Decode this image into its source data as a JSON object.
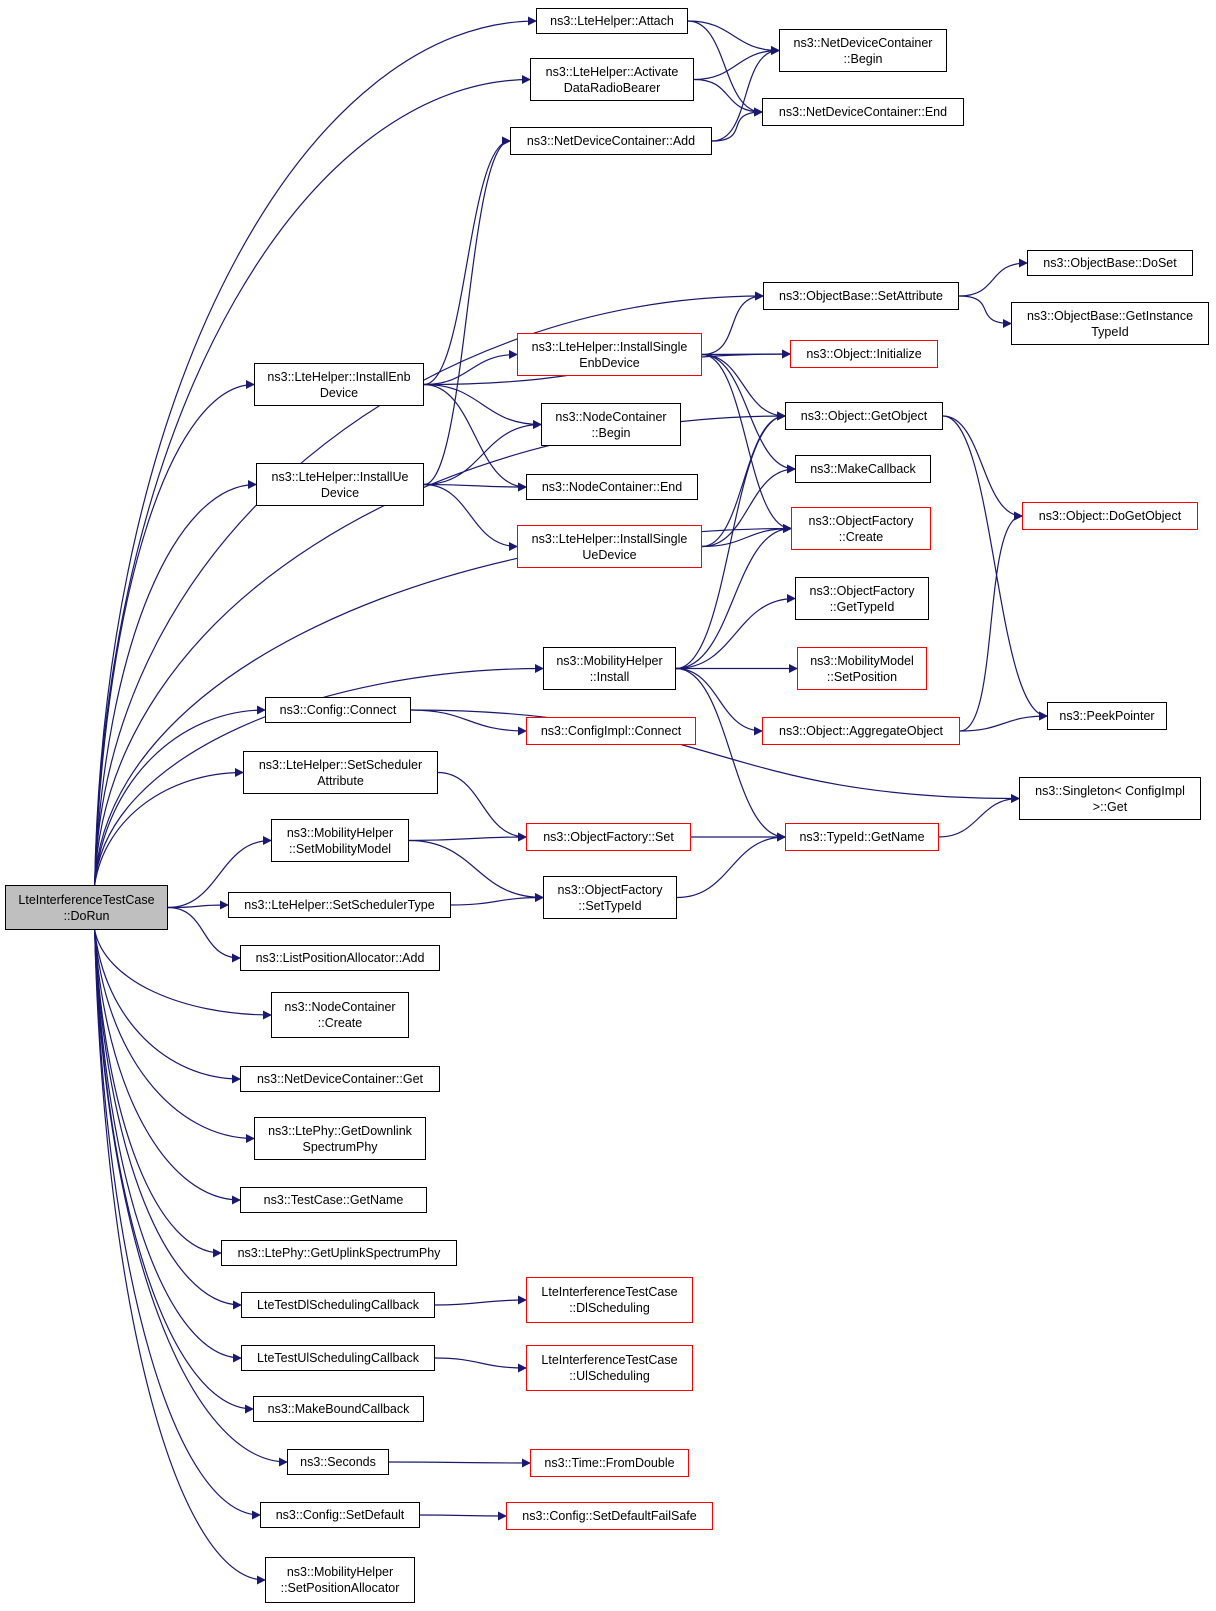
{
  "colors": {
    "edge": "#191970",
    "node_border": "#000000",
    "truncated_border": "#ff0000",
    "root_fill": "#bfbfbf"
  },
  "nodes": [
    {
      "id": "root",
      "lines": [
        "LteInterferenceTestCase",
        "::DoRun"
      ],
      "style": "root"
    },
    {
      "id": "attach",
      "lines": [
        "ns3::LteHelper::Attach"
      ],
      "style": "normal"
    },
    {
      "id": "activate",
      "lines": [
        "ns3::LteHelper::Activate",
        "DataRadioBearer"
      ],
      "style": "normal"
    },
    {
      "id": "ndcAdd",
      "lines": [
        "ns3::NetDeviceContainer::Add"
      ],
      "style": "normal"
    },
    {
      "id": "ndcBegin",
      "lines": [
        "ns3::NetDeviceContainer",
        "::Begin"
      ],
      "style": "normal"
    },
    {
      "id": "ndcEnd",
      "lines": [
        "ns3::NetDeviceContainer::End"
      ],
      "style": "normal"
    },
    {
      "id": "setAttr",
      "lines": [
        "ns3::ObjectBase::SetAttribute"
      ],
      "style": "normal"
    },
    {
      "id": "doSet",
      "lines": [
        "ns3::ObjectBase::DoSet"
      ],
      "style": "normal"
    },
    {
      "id": "getInst",
      "lines": [
        "ns3::ObjectBase::GetInstance",
        "TypeId"
      ],
      "style": "normal"
    },
    {
      "id": "instSingleEnb",
      "lines": [
        "ns3::LteHelper::InstallSingle",
        "EnbDevice"
      ],
      "style": "red"
    },
    {
      "id": "objInit",
      "lines": [
        "ns3::Object::Initialize"
      ],
      "style": "red"
    },
    {
      "id": "instEnb",
      "lines": [
        "ns3::LteHelper::InstallEnb",
        "Device"
      ],
      "style": "normal"
    },
    {
      "id": "getObj",
      "lines": [
        "ns3::Object::GetObject"
      ],
      "style": "normal"
    },
    {
      "id": "ncBegin",
      "lines": [
        "ns3::NodeContainer",
        "::Begin"
      ],
      "style": "normal"
    },
    {
      "id": "makeCb",
      "lines": [
        "ns3::MakeCallback"
      ],
      "style": "normal"
    },
    {
      "id": "ncEnd",
      "lines": [
        "ns3::NodeContainer::End"
      ],
      "style": "normal"
    },
    {
      "id": "instUe",
      "lines": [
        "ns3::LteHelper::InstallUe",
        "Device"
      ],
      "style": "normal"
    },
    {
      "id": "doGetObj",
      "lines": [
        "ns3::Object::DoGetObject"
      ],
      "style": "red"
    },
    {
      "id": "instSingleUe",
      "lines": [
        "ns3::LteHelper::InstallSingle",
        "UeDevice"
      ],
      "style": "red"
    },
    {
      "id": "ofCreate",
      "lines": [
        "ns3::ObjectFactory",
        "::Create"
      ],
      "style": "red"
    },
    {
      "id": "ofGetTypeId",
      "lines": [
        "ns3::ObjectFactory",
        "::GetTypeId"
      ],
      "style": "normal"
    },
    {
      "id": "mhInstall",
      "lines": [
        "ns3::MobilityHelper",
        "::Install"
      ],
      "style": "normal"
    },
    {
      "id": "mmSetPos",
      "lines": [
        "ns3::MobilityModel",
        "::SetPosition"
      ],
      "style": "red"
    },
    {
      "id": "cfgConnect",
      "lines": [
        "ns3::Config::Connect"
      ],
      "style": "normal"
    },
    {
      "id": "cfgImplConnect",
      "lines": [
        "ns3::ConfigImpl::Connect"
      ],
      "style": "red"
    },
    {
      "id": "aggObj",
      "lines": [
        "ns3::Object::AggregateObject"
      ],
      "style": "red"
    },
    {
      "id": "peek",
      "lines": [
        "ns3::PeekPointer"
      ],
      "style": "normal"
    },
    {
      "id": "setSchedAttr",
      "lines": [
        "ns3::LteHelper::SetScheduler",
        "Attribute"
      ],
      "style": "normal"
    },
    {
      "id": "singleton",
      "lines": [
        "ns3::Singleton< ConfigImpl",
        ">::Get"
      ],
      "style": "normal"
    },
    {
      "id": "setMobModel",
      "lines": [
        "ns3::MobilityHelper",
        "::SetMobilityModel"
      ],
      "style": "normal"
    },
    {
      "id": "ofSet",
      "lines": [
        "ns3::ObjectFactory::Set"
      ],
      "style": "red"
    },
    {
      "id": "tidGetName",
      "lines": [
        "ns3::TypeId::GetName"
      ],
      "style": "red"
    },
    {
      "id": "ofSetTypeId",
      "lines": [
        "ns3::ObjectFactory",
        "::SetTypeId"
      ],
      "style": "normal"
    },
    {
      "id": "setSchedType",
      "lines": [
        "ns3::LteHelper::SetSchedulerType"
      ],
      "style": "normal"
    },
    {
      "id": "lpaAdd",
      "lines": [
        "ns3::ListPositionAllocator::Add"
      ],
      "style": "normal"
    },
    {
      "id": "ncCreate",
      "lines": [
        "ns3::NodeContainer",
        "::Create"
      ],
      "style": "normal"
    },
    {
      "id": "ndcGet",
      "lines": [
        "ns3::NetDeviceContainer::Get"
      ],
      "style": "normal"
    },
    {
      "id": "getDlPhy",
      "lines": [
        "ns3::LtePhy::GetDownlink",
        "SpectrumPhy"
      ],
      "style": "normal"
    },
    {
      "id": "tcGetName",
      "lines": [
        "ns3::TestCase::GetName"
      ],
      "style": "normal"
    },
    {
      "id": "getUlPhy",
      "lines": [
        "ns3::LtePhy::GetUplinkSpectrumPhy"
      ],
      "style": "normal"
    },
    {
      "id": "dlSchedCb",
      "lines": [
        "LteTestDlSchedulingCallback"
      ],
      "style": "normal"
    },
    {
      "id": "dlSched",
      "lines": [
        "LteInterferenceTestCase",
        "::DlScheduling"
      ],
      "style": "red"
    },
    {
      "id": "ulSchedCb",
      "lines": [
        "LteTestUlSchedulingCallback"
      ],
      "style": "normal"
    },
    {
      "id": "ulSched",
      "lines": [
        "LteInterferenceTestCase",
        "::UlScheduling"
      ],
      "style": "red"
    },
    {
      "id": "makeBoundCb",
      "lines": [
        "ns3::MakeBoundCallback"
      ],
      "style": "normal"
    },
    {
      "id": "seconds",
      "lines": [
        "ns3::Seconds"
      ],
      "style": "normal"
    },
    {
      "id": "fromDouble",
      "lines": [
        "ns3::Time::FromDouble"
      ],
      "style": "red"
    },
    {
      "id": "cfgSetDefault",
      "lines": [
        "ns3::Config::SetDefault"
      ],
      "style": "normal"
    },
    {
      "id": "cfgSetDefaultFS",
      "lines": [
        "ns3::Config::SetDefaultFailSafe"
      ],
      "style": "red"
    },
    {
      "id": "setPosAlloc",
      "lines": [
        "ns3::MobilityHelper",
        "::SetPositionAllocator"
      ],
      "style": "normal"
    }
  ],
  "edges": [
    [
      "root",
      "attach"
    ],
    [
      "root",
      "activate"
    ],
    [
      "root",
      "setAttr"
    ],
    [
      "root",
      "getObj"
    ],
    [
      "root",
      "instEnb"
    ],
    [
      "root",
      "instUe"
    ],
    [
      "root",
      "ofCreate"
    ],
    [
      "root",
      "mhInstall"
    ],
    [
      "root",
      "cfgConnect"
    ],
    [
      "root",
      "setSchedAttr"
    ],
    [
      "root",
      "setMobModel"
    ],
    [
      "root",
      "setSchedType"
    ],
    [
      "root",
      "lpaAdd"
    ],
    [
      "root",
      "ncCreate"
    ],
    [
      "root",
      "ndcGet"
    ],
    [
      "root",
      "getDlPhy"
    ],
    [
      "root",
      "tcGetName"
    ],
    [
      "root",
      "getUlPhy"
    ],
    [
      "root",
      "dlSchedCb"
    ],
    [
      "root",
      "ulSchedCb"
    ],
    [
      "root",
      "makeBoundCb"
    ],
    [
      "root",
      "seconds"
    ],
    [
      "root",
      "cfgSetDefault"
    ],
    [
      "root",
      "setPosAlloc"
    ],
    [
      "attach",
      "ndcBegin"
    ],
    [
      "attach",
      "ndcEnd"
    ],
    [
      "activate",
      "ndcBegin"
    ],
    [
      "activate",
      "ndcEnd"
    ],
    [
      "ndcAdd",
      "ndcBegin"
    ],
    [
      "ndcAdd",
      "ndcEnd"
    ],
    [
      "setAttr",
      "doSet"
    ],
    [
      "setAttr",
      "getInst"
    ],
    [
      "instEnb",
      "ndcAdd"
    ],
    [
      "instEnb",
      "objInit"
    ],
    [
      "instEnb",
      "instSingleEnb"
    ],
    [
      "instEnb",
      "ncBegin"
    ],
    [
      "instEnb",
      "ncEnd"
    ],
    [
      "instSingleEnb",
      "setAttr"
    ],
    [
      "instSingleEnb",
      "objInit"
    ],
    [
      "instSingleEnb",
      "getObj"
    ],
    [
      "instSingleEnb",
      "makeCb"
    ],
    [
      "instSingleEnb",
      "ofCreate"
    ],
    [
      "instUe",
      "ndcAdd"
    ],
    [
      "instUe",
      "ncBegin"
    ],
    [
      "instUe",
      "ncEnd"
    ],
    [
      "instUe",
      "instSingleUe"
    ],
    [
      "instSingleUe",
      "getObj"
    ],
    [
      "instSingleUe",
      "makeCb"
    ],
    [
      "instSingleUe",
      "ofCreate"
    ],
    [
      "getObj",
      "doGetObj"
    ],
    [
      "getObj",
      "peek"
    ],
    [
      "mhInstall",
      "getObj"
    ],
    [
      "mhInstall",
      "ofCreate"
    ],
    [
      "mhInstall",
      "ofGetTypeId"
    ],
    [
      "mhInstall",
      "mmSetPos"
    ],
    [
      "mhInstall",
      "aggObj"
    ],
    [
      "mhInstall",
      "tidGetName"
    ],
    [
      "aggObj",
      "doGetObj"
    ],
    [
      "aggObj",
      "peek"
    ],
    [
      "cfgConnect",
      "cfgImplConnect"
    ],
    [
      "cfgConnect",
      "singleton"
    ],
    [
      "setSchedAttr",
      "ofSet"
    ],
    [
      "setMobModel",
      "ofSet"
    ],
    [
      "setMobModel",
      "ofSetTypeId"
    ],
    [
      "setSchedType",
      "ofSetTypeId"
    ],
    [
      "ofSet",
      "tidGetName"
    ],
    [
      "ofSetTypeId",
      "tidGetName"
    ],
    [
      "tidGetName",
      "singleton"
    ],
    [
      "dlSchedCb",
      "dlSched"
    ],
    [
      "ulSchedCb",
      "ulSched"
    ],
    [
      "seconds",
      "fromDouble"
    ],
    [
      "cfgSetDefault",
      "cfgSetDefaultFS"
    ]
  ]
}
